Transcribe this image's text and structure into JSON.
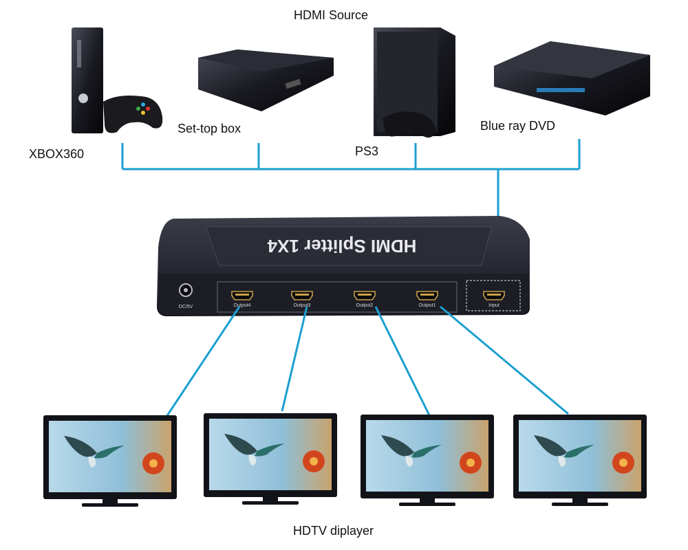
{
  "diagram": {
    "title": "HDMI Source",
    "footer": "HDTV diplayer",
    "sources": [
      {
        "label": "XBOX360",
        "icon": "xbox360-console-icon"
      },
      {
        "label": "Set-top box",
        "icon": "set-top-box-icon"
      },
      {
        "label": "PS3",
        "icon": "ps3-console-icon"
      },
      {
        "label": "Blue ray DVD",
        "icon": "bluray-dvd-player-icon"
      }
    ],
    "splitter": {
      "name": "HDMI Splitter 1X4",
      "power_label": "DC/5V",
      "ports": [
        "Output4",
        "Output3",
        "Output2",
        "Output1",
        "Input"
      ]
    },
    "displays_count": 4,
    "colors": {
      "connector_line": "#1b9fd0",
      "device_body": "#1c1d24",
      "tv_screen": "#7fb6d4"
    }
  }
}
